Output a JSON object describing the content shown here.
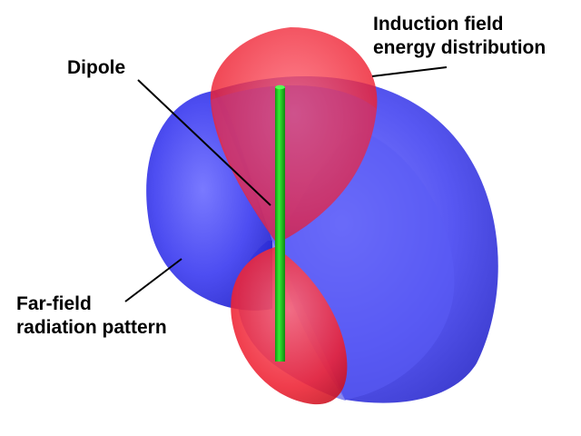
{
  "labels": {
    "dipole": "Dipole",
    "induction_line1": "Induction field",
    "induction_line2": "energy distribution",
    "farfield_line1": "Far-field",
    "farfield_line2": "radiation pattern"
  },
  "colors": {
    "far_field": "#3333ee",
    "induction_field": "#ee1122",
    "dipole_rod": "#22dd22",
    "background": "#ffffff",
    "leader_line": "#000000"
  }
}
